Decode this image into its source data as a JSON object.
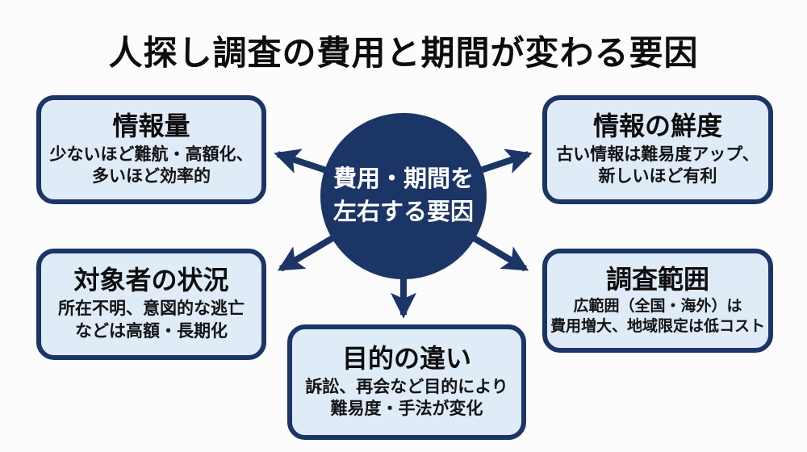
{
  "title": "人探し調査の費用と期間が変わる要因",
  "center": {
    "line1": "費用・期間を",
    "line2": "左右する要因"
  },
  "boxes": [
    {
      "title": "情報量",
      "line1": "少ないほど難航・高額化、",
      "line2": "多いほど効率的"
    },
    {
      "title": "情報の鮮度",
      "line1": "古い情報は難易度アップ、",
      "line2": "新しいほど有利"
    },
    {
      "title": "対象者の状況",
      "line1": "所在不明、意図的な逃亡",
      "line2": "などは高額・長期化"
    },
    {
      "title": "調査範囲",
      "line1": "広範囲（全国・海外）は",
      "line2": "費用増大、地域限定は低コスト"
    },
    {
      "title": "目的の違い",
      "line1": "訴訟、再会など目的により",
      "line2": "難易度・手法が変化"
    }
  ],
  "colors": {
    "navy": "#1b3566",
    "box_fill": "#dfecf8",
    "background": "#fcfcfc",
    "title_text": "#0d0d0d",
    "circle_text": "#ffffff"
  }
}
